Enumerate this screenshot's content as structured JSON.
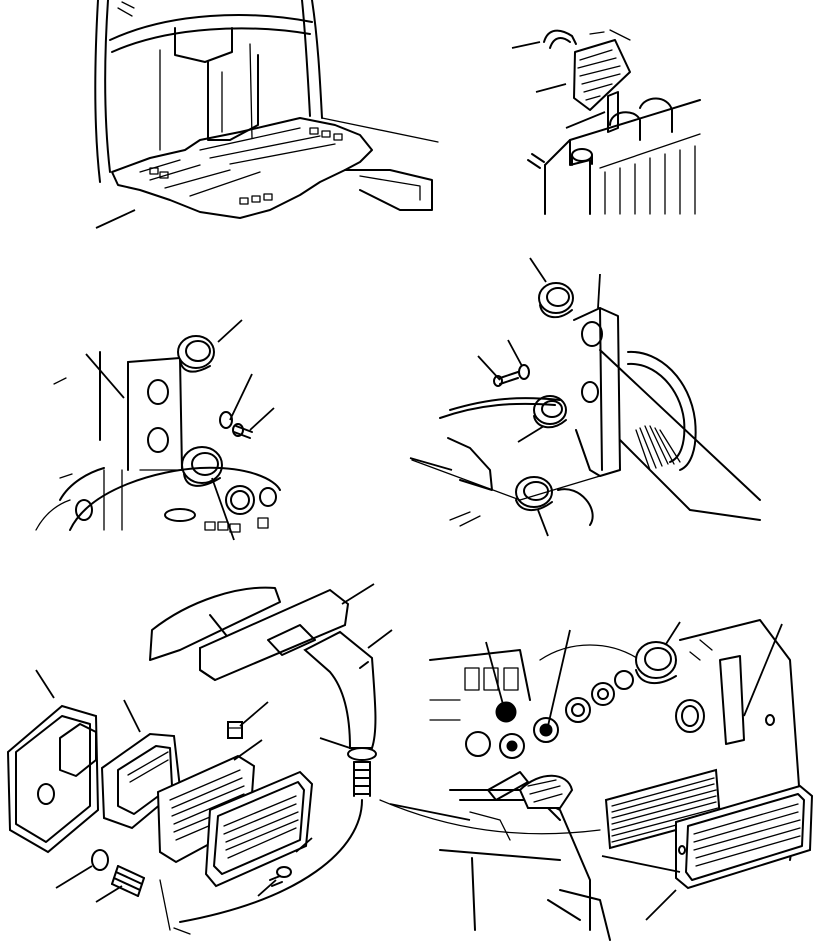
{
  "figure": {
    "panel_count": 6,
    "line_color": "#000000",
    "background": "#ffffff",
    "panels": [
      {
        "id": "floor-mat",
        "icon": "floor-mat-icon"
      },
      {
        "id": "radiator-cap",
        "icon": "radiator-icon"
      },
      {
        "id": "pillar-left",
        "icon": "pillar-grommet-icon"
      },
      {
        "id": "pillar-right",
        "icon": "pillar-grommet-icon"
      },
      {
        "id": "vent-exploded",
        "icon": "vent-exploded-icon"
      },
      {
        "id": "dashboard-vent",
        "icon": "dashboard-vent-icon"
      }
    ]
  }
}
